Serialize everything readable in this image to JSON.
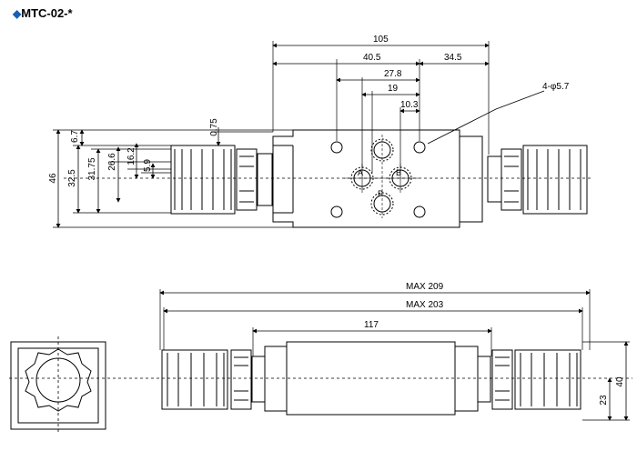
{
  "title": {
    "marker": "◆",
    "text": "MTC-02-*"
  },
  "top_view": {
    "dims_horizontal": [
      "105",
      "40.5",
      "34.5",
      "27.8",
      "19",
      "10.3"
    ],
    "dims_vertical": [
      "46",
      "32.5",
      "31.75",
      "26.6",
      "16.2",
      "5.9",
      "6.7",
      "0.75"
    ],
    "hole_callout": "4-φ5.7",
    "ports": [
      "A",
      "B",
      "P"
    ]
  },
  "bottom_view": {
    "dims_horizontal": [
      "MAX 209",
      "MAX 203",
      "117"
    ],
    "dims_vertical": [
      "40",
      "23"
    ]
  },
  "colors": {
    "line": "#000000",
    "title_marker": "#1a5fb4"
  }
}
